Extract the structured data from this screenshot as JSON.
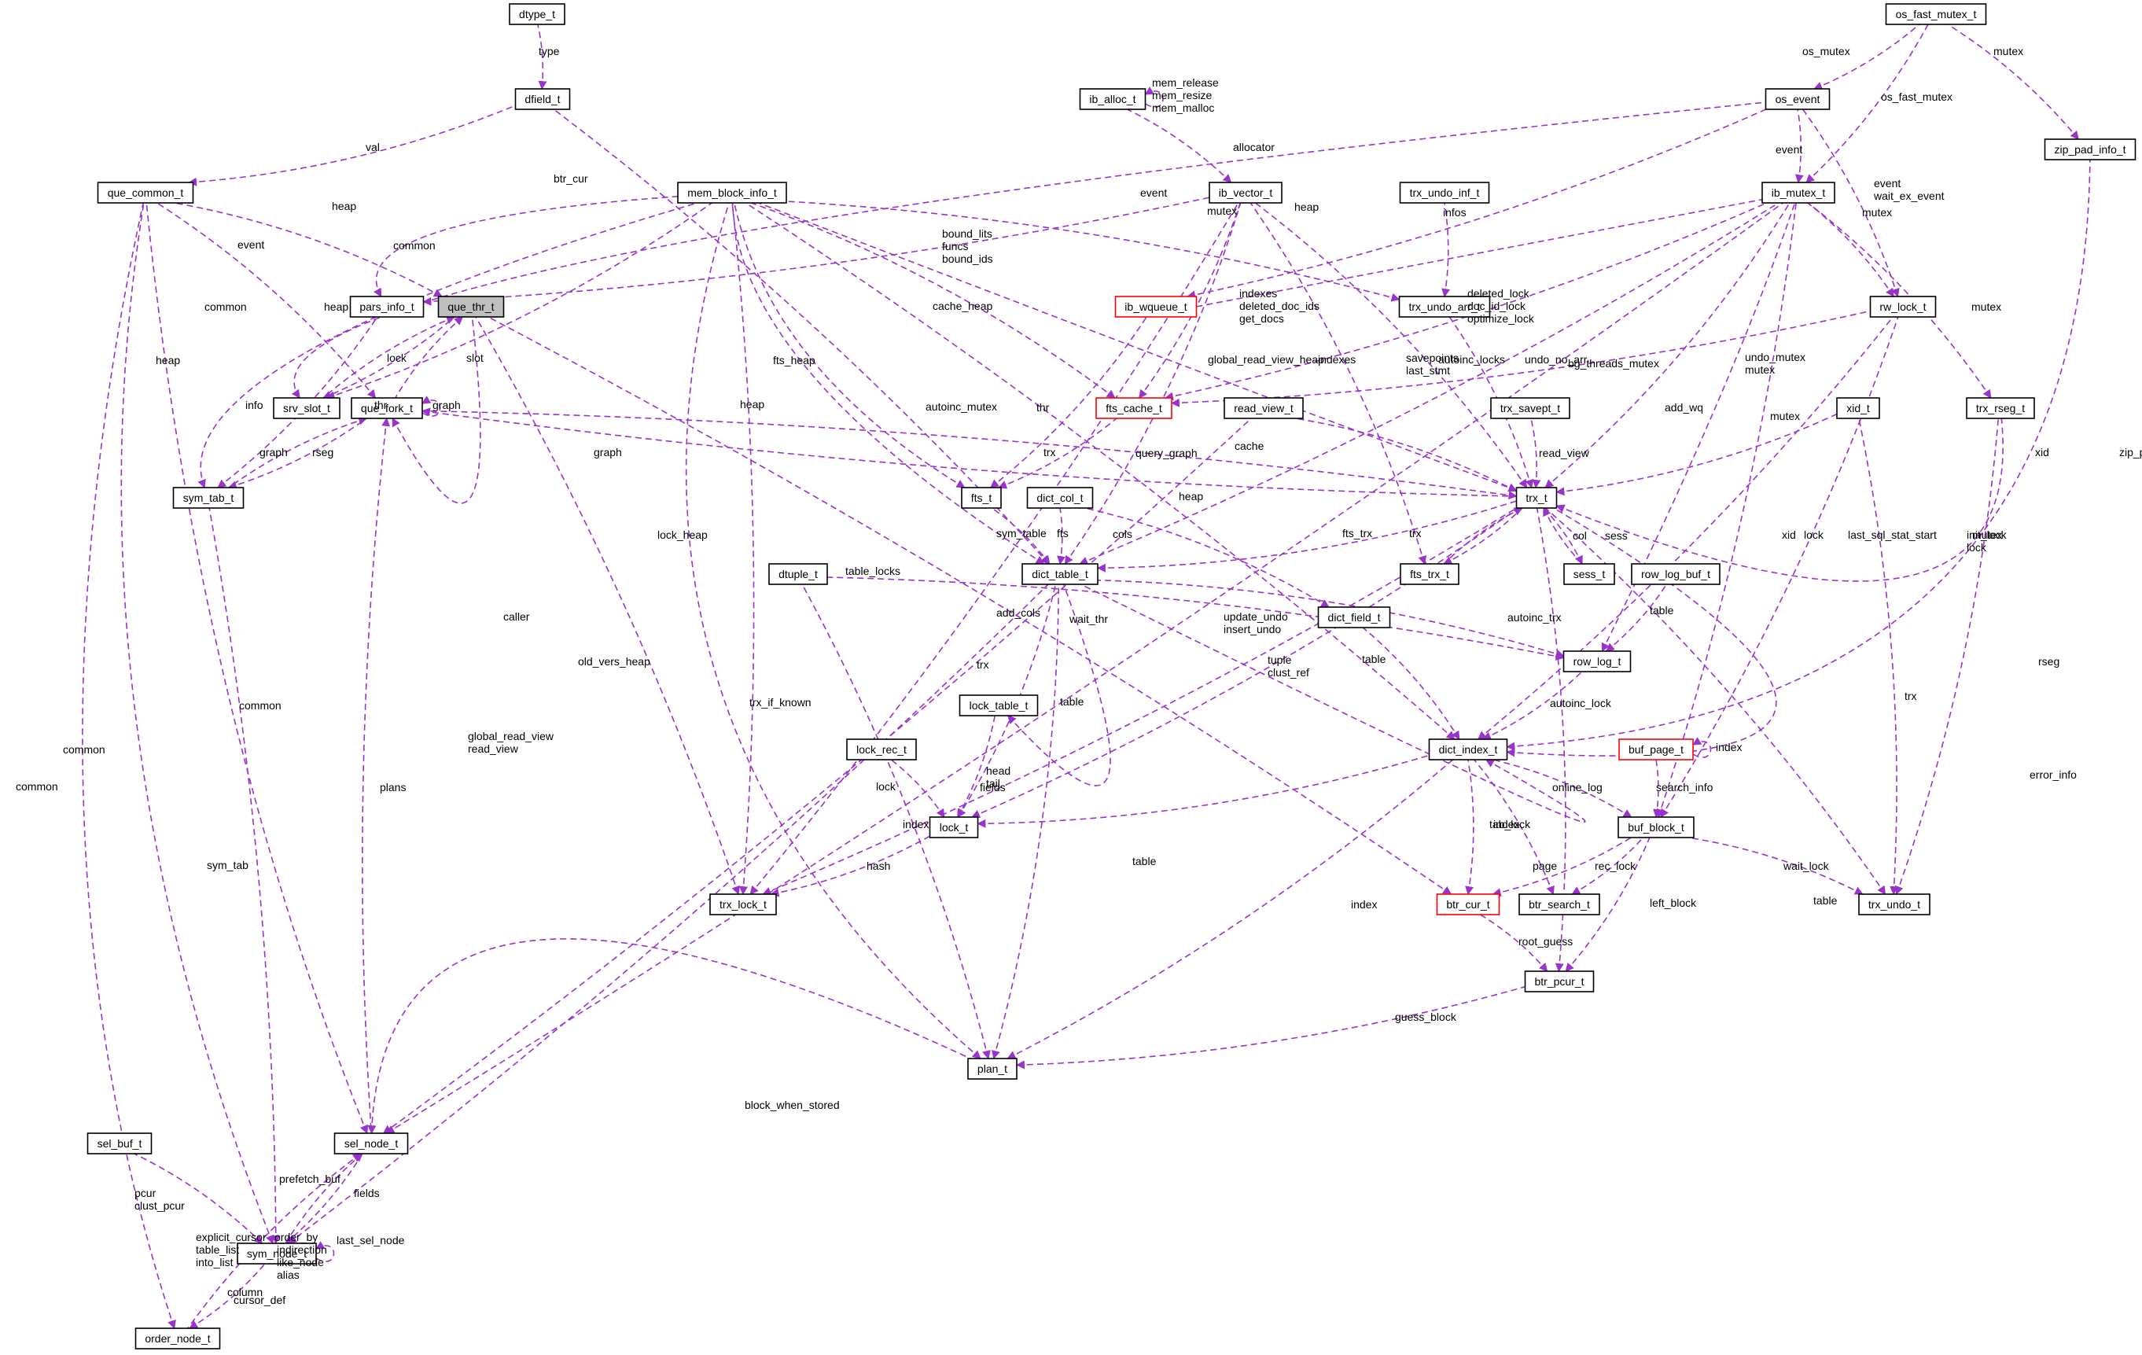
{
  "diagram": {
    "colors": {
      "edge": "#9a32cd",
      "node_border": "#000000",
      "node_border_incomplete": "#ff0000",
      "focus_fill": "#bfbfbf",
      "background": "#ffffff"
    },
    "nodes": [
      {
        "id": "dtype_t",
        "label": "dtype_t"
      },
      {
        "id": "dfield_t",
        "label": "dfield_t"
      },
      {
        "id": "os_fast_mutex_t",
        "label": "os_fast_mutex_t"
      },
      {
        "id": "os_event",
        "label": "os_event"
      },
      {
        "id": "ib_alloc_t",
        "label": "ib_alloc_t"
      },
      {
        "id": "zip_pad_info_t",
        "label": "zip_pad_info_t"
      },
      {
        "id": "que_common_t",
        "label": "que_common_t"
      },
      {
        "id": "mem_block_info_t",
        "label": "mem_block_info_t"
      },
      {
        "id": "ib_vector_t",
        "label": "ib_vector_t"
      },
      {
        "id": "trx_undo_inf_t",
        "label": "trx_undo_inf_t"
      },
      {
        "id": "ib_mutex_t",
        "label": "ib_mutex_t"
      },
      {
        "id": "pars_info_t",
        "label": "pars_info_t"
      },
      {
        "id": "que_thr_t",
        "label": "que_thr_t",
        "focus": true
      },
      {
        "id": "ib_wqueue_t",
        "label": "ib_wqueue_t",
        "incomplete": true
      },
      {
        "id": "trx_undo_arr_t",
        "label": "trx_undo_arr_t"
      },
      {
        "id": "rw_lock_t",
        "label": "rw_lock_t"
      },
      {
        "id": "srv_slot_t",
        "label": "srv_slot_t"
      },
      {
        "id": "que_fork_t",
        "label": "que_fork_t"
      },
      {
        "id": "fts_cache_t",
        "label": "fts_cache_t",
        "incomplete": true
      },
      {
        "id": "read_view_t",
        "label": "read_view_t"
      },
      {
        "id": "trx_savept_t",
        "label": "trx_savept_t"
      },
      {
        "id": "xid_t",
        "label": "xid_t"
      },
      {
        "id": "trx_rseg_t",
        "label": "trx_rseg_t"
      },
      {
        "id": "sym_tab_t",
        "label": "sym_tab_t"
      },
      {
        "id": "fts_t",
        "label": "fts_t"
      },
      {
        "id": "dict_col_t",
        "label": "dict_col_t"
      },
      {
        "id": "trx_t",
        "label": "trx_t"
      },
      {
        "id": "dtuple_t",
        "label": "dtuple_t"
      },
      {
        "id": "dict_table_t",
        "label": "dict_table_t"
      },
      {
        "id": "fts_trx_t",
        "label": "fts_trx_t"
      },
      {
        "id": "sess_t",
        "label": "sess_t"
      },
      {
        "id": "row_log_buf_t",
        "label": "row_log_buf_t"
      },
      {
        "id": "dict_field_t",
        "label": "dict_field_t"
      },
      {
        "id": "row_log_t",
        "label": "row_log_t"
      },
      {
        "id": "lock_table_t",
        "label": "lock_table_t"
      },
      {
        "id": "dict_index_t",
        "label": "dict_index_t"
      },
      {
        "id": "buf_page_t",
        "label": "buf_page_t",
        "incomplete": true
      },
      {
        "id": "lock_rec_t",
        "label": "lock_rec_t"
      },
      {
        "id": "lock_t",
        "label": "lock_t"
      },
      {
        "id": "buf_block_t",
        "label": "buf_block_t"
      },
      {
        "id": "trx_lock_t",
        "label": "trx_lock_t"
      },
      {
        "id": "btr_cur_t",
        "label": "btr_cur_t",
        "incomplete": true
      },
      {
        "id": "btr_search_t",
        "label": "btr_search_t"
      },
      {
        "id": "trx_undo_t",
        "label": "trx_undo_t"
      },
      {
        "id": "btr_pcur_t",
        "label": "btr_pcur_t"
      },
      {
        "id": "plan_t",
        "label": "plan_t"
      },
      {
        "id": "sel_buf_t",
        "label": "sel_buf_t"
      },
      {
        "id": "sel_node_t",
        "label": "sel_node_t"
      },
      {
        "id": "sym_node_t",
        "label": "sym_node_t"
      },
      {
        "id": "order_node_t",
        "label": "order_node_t"
      }
    ],
    "edges": [
      {
        "from": "dtype_t",
        "to": "dfield_t",
        "label": [
          "type"
        ]
      },
      {
        "from": "dfield_t",
        "to": "que_common_t",
        "label": [
          "val"
        ]
      },
      {
        "from": "os_fast_mutex_t",
        "to": "os_event",
        "label": [
          "os_mutex"
        ]
      },
      {
        "from": "os_fast_mutex_t",
        "to": "ib_mutex_t",
        "label": [
          "os_fast_mutex"
        ]
      },
      {
        "from": "os_fast_mutex_t",
        "to": "zip_pad_info_t",
        "label": [
          "mutex"
        ]
      },
      {
        "from": "os_event",
        "to": "ib_mutex_t",
        "label": [
          "event"
        ]
      },
      {
        "from": "os_event",
        "to": "rw_lock_t",
        "label": [
          "event",
          "wait_ex_event"
        ]
      },
      {
        "from": "os_event",
        "to": "ib_wqueue_t",
        "label": [
          "event"
        ]
      },
      {
        "from": "os_event",
        "to": "srv_slot_t",
        "label": [
          "event"
        ]
      },
      {
        "from": "ib_alloc_t",
        "to": "ib_alloc_t",
        "label": [
          "mem_release",
          "mem_resize",
          "mem_malloc"
        ]
      },
      {
        "from": "ib_alloc_t",
        "to": "ib_vector_t",
        "label": [
          "allocator"
        ]
      },
      {
        "from": "zip_pad_info_t",
        "to": "dict_index_t",
        "label": [
          "zip_pad"
        ]
      },
      {
        "from": "que_common_t",
        "to": "que_thr_t",
        "label": [
          "common"
        ]
      },
      {
        "from": "que_common_t",
        "to": "que_fork_t",
        "label": [
          "common"
        ]
      },
      {
        "from": "que_common_t",
        "to": "sel_node_t",
        "label": [
          "common"
        ]
      },
      {
        "from": "que_common_t",
        "to": "sym_node_t",
        "label": [
          "common"
        ]
      },
      {
        "from": "que_common_t",
        "to": "order_node_t",
        "label": [
          "common"
        ]
      },
      {
        "from": "mem_block_info_t",
        "to": "pars_info_t",
        "label": [
          "heap"
        ]
      },
      {
        "from": "mem_block_info_t",
        "to": "srv_slot_t",
        "label": [
          "heap"
        ]
      },
      {
        "from": "mem_block_info_t",
        "to": "sym_tab_t",
        "label": [
          "heap"
        ]
      },
      {
        "from": "mem_block_info_t",
        "to": "fts_t",
        "label": [
          "fts_heap"
        ]
      },
      {
        "from": "mem_block_info_t",
        "to": "fts_cache_t",
        "label": [
          "cache_heap"
        ]
      },
      {
        "from": "mem_block_info_t",
        "to": "trx_t",
        "label": [
          "global_read_view_heap"
        ]
      },
      {
        "from": "mem_block_info_t",
        "to": "trx_undo_arr_t",
        "label": [
          "heap"
        ]
      },
      {
        "from": "mem_block_info_t",
        "to": "dict_table_t",
        "label": [
          "heap"
        ]
      },
      {
        "from": "mem_block_info_t",
        "to": "dict_index_t",
        "label": [
          "heap"
        ]
      },
      {
        "from": "mem_block_info_t",
        "to": "trx_lock_t",
        "label": [
          "lock_heap"
        ]
      },
      {
        "from": "mem_block_info_t",
        "to": "plan_t",
        "label": [
          "old_vers_heap"
        ]
      },
      {
        "from": "ib_vector_t",
        "to": "pars_info_t",
        "label": [
          "bound_lits",
          "funcs",
          "bound_ids"
        ]
      },
      {
        "from": "ib_vector_t",
        "to": "fts_cache_t",
        "label": [
          "indexes",
          "deleted_doc_ids",
          "get_docs"
        ]
      },
      {
        "from": "ib_vector_t",
        "to": "dict_table_t",
        "label": [
          "indexes"
        ]
      },
      {
        "from": "ib_vector_t",
        "to": "trx_t",
        "label": [
          "autoinc_locks"
        ]
      },
      {
        "from": "ib_vector_t",
        "to": "fts_trx_t",
        "label": [
          "savepoints",
          "last_stmt"
        ]
      },
      {
        "from": "ib_vector_t",
        "to": "trx_lock_t",
        "label": [
          "table_locks"
        ]
      },
      {
        "from": "trx_undo_inf_t",
        "to": "trx_undo_arr_t",
        "label": [
          "infos"
        ]
      },
      {
        "from": "ib_mutex_t",
        "to": "fts_cache_t",
        "label": [
          "deleted_lock",
          "doc_id_lock",
          "optimize_lock"
        ]
      },
      {
        "from": "ib_mutex_t",
        "to": "ib_wqueue_t",
        "label": [
          "mutex"
        ]
      },
      {
        "from": "ib_mutex_t",
        "to": "dict_table_t",
        "label": [
          "autoinc_mutex"
        ]
      },
      {
        "from": "ib_mutex_t",
        "to": "trx_t",
        "label": [
          "undo_mutex",
          "mutex"
        ]
      },
      {
        "from": "ib_mutex_t",
        "to": "trx_rseg_t",
        "label": [
          "mutex"
        ]
      },
      {
        "from": "ib_mutex_t",
        "to": "rw_lock_t",
        "label": [
          "mutex"
        ]
      },
      {
        "from": "ib_mutex_t",
        "to": "buf_block_t",
        "label": [
          "mutex"
        ]
      },
      {
        "from": "ib_mutex_t",
        "to": "row_log_t",
        "label": [
          "mutex"
        ]
      },
      {
        "from": "ib_mutex_t",
        "to": "sel_node_t",
        "label": [
          "bg_threads_mutex"
        ]
      },
      {
        "from": "pars_info_t",
        "to": "sym_tab_t",
        "label": [
          "info"
        ]
      },
      {
        "from": "que_thr_t",
        "to": "srv_slot_t",
        "label": [
          "thr"
        ]
      },
      {
        "from": "que_thr_t",
        "to": "que_fork_t",
        "label": [
          "caller"
        ]
      },
      {
        "from": "que_thr_t",
        "to": "trx_lock_t",
        "label": [
          "wait_thr"
        ]
      },
      {
        "from": "que_thr_t",
        "to": "btr_cur_t",
        "label": [
          "thr"
        ]
      },
      {
        "from": "ib_wqueue_t",
        "to": "fts_t",
        "label": [
          "add_wq"
        ]
      },
      {
        "from": "trx_undo_arr_t",
        "to": "trx_t",
        "label": [
          "undo_no_arr"
        ]
      },
      {
        "from": "rw_lock_t",
        "to": "fts_cache_t",
        "label": [
          "init_lock",
          "lock"
        ]
      },
      {
        "from": "rw_lock_t",
        "to": "buf_block_t",
        "label": [
          "lock"
        ]
      },
      {
        "from": "rw_lock_t",
        "to": "dict_index_t",
        "label": [
          "lock"
        ]
      },
      {
        "from": "srv_slot_t",
        "to": "que_thr_t",
        "label": [
          "slot"
        ]
      },
      {
        "from": "que_fork_t",
        "to": "que_thr_t",
        "label": [
          "graph"
        ]
      },
      {
        "from": "que_fork_t",
        "to": "que_fork_t",
        "label": [
          "graph"
        ]
      },
      {
        "from": "que_fork_t",
        "to": "trx_t",
        "label": [
          "graph"
        ]
      },
      {
        "from": "que_fork_t",
        "to": "sym_tab_t",
        "label": [
          "query_graph"
        ]
      },
      {
        "from": "fts_cache_t",
        "to": "fts_t",
        "label": [
          "cache"
        ]
      },
      {
        "from": "read_view_t",
        "to": "trx_t",
        "label": [
          "global_read_view",
          "read_view"
        ]
      },
      {
        "from": "read_view_t",
        "to": "sel_node_t",
        "label": [
          "read_view"
        ]
      },
      {
        "from": "trx_savept_t",
        "to": "trx_t",
        "label": [
          "last_sql_stat_start"
        ]
      },
      {
        "from": "xid_t",
        "to": "trx_t",
        "label": [
          "xid"
        ]
      },
      {
        "from": "xid_t",
        "to": "trx_undo_t",
        "label": [
          "xid"
        ]
      },
      {
        "from": "trx_rseg_t",
        "to": "trx_t",
        "label": [
          "rseg"
        ]
      },
      {
        "from": "trx_rseg_t",
        "to": "trx_undo_t",
        "label": [
          "rseg"
        ]
      },
      {
        "from": "sym_tab_t",
        "to": "que_fork_t",
        "label": [
          "sym_tab"
        ]
      },
      {
        "from": "sym_tab_t",
        "to": "sym_node_t",
        "label": [
          "sym_table"
        ]
      },
      {
        "from": "fts_t",
        "to": "dict_table_t",
        "label": [
          "fts"
        ]
      },
      {
        "from": "dict_col_t",
        "to": "dict_table_t",
        "label": [
          "cols"
        ]
      },
      {
        "from": "dict_col_t",
        "to": "dict_field_t",
        "label": [
          "col"
        ]
      },
      {
        "from": "trx_t",
        "to": "sess_t",
        "label": [
          "sess"
        ]
      },
      {
        "from": "sess_t",
        "to": "trx_t",
        "label": [
          "trx"
        ]
      },
      {
        "from": "trx_t",
        "to": "fts_trx_t",
        "label": [
          "fts_trx"
        ]
      },
      {
        "from": "fts_trx_t",
        "to": "trx_t",
        "label": [
          "trx"
        ]
      },
      {
        "from": "trx_t",
        "to": "dict_table_t",
        "label": [
          "autoinc_trx"
        ]
      },
      {
        "from": "trx_t",
        "to": "que_fork_t",
        "label": [
          "trx"
        ]
      },
      {
        "from": "trx_t",
        "to": "dict_index_t",
        "label": [
          "error_info"
        ]
      },
      {
        "from": "trx_t",
        "to": "lock_t",
        "label": [
          "trx"
        ]
      },
      {
        "from": "trx_t",
        "to": "btr_pcur_t",
        "label": [
          "trx_if_known"
        ]
      },
      {
        "from": "trx_t",
        "to": "trx_undo_t",
        "label": [
          "update_undo",
          "insert_undo"
        ]
      },
      {
        "from": "trx_t",
        "to": "trx_lock_t",
        "label": [
          "lock"
        ]
      },
      {
        "from": "dtuple_t",
        "to": "row_log_t",
        "label": [
          "add_cols"
        ]
      },
      {
        "from": "dtuple_t",
        "to": "plan_t",
        "label": [
          "tuple",
          "clust_ref"
        ]
      },
      {
        "from": "dict_table_t",
        "to": "lock_table_t",
        "label": [
          "table"
        ]
      },
      {
        "from": "dict_table_t",
        "to": "dict_index_t",
        "label": [
          "table"
        ]
      },
      {
        "from": "dict_table_t",
        "to": "row_log_t",
        "label": [
          "table"
        ]
      },
      {
        "from": "dict_table_t",
        "to": "plan_t",
        "label": [
          "table"
        ]
      },
      {
        "from": "dict_table_t",
        "to": "sym_node_t",
        "label": [
          "table"
        ]
      },
      {
        "from": "dict_table_t",
        "to": "lock_t",
        "label": [
          "autoinc_lock"
        ]
      },
      {
        "from": "row_log_buf_t",
        "to": "row_log_t",
        "label": [
          "head",
          "tail"
        ]
      },
      {
        "from": "dict_field_t",
        "to": "dict_index_t",
        "label": [
          "fields"
        ]
      },
      {
        "from": "row_log_t",
        "to": "dict_index_t",
        "label": [
          "online_log"
        ]
      },
      {
        "from": "lock_table_t",
        "to": "lock_t",
        "label": [
          "tab_lock"
        ]
      },
      {
        "from": "dict_index_t",
        "to": "lock_t",
        "label": [
          "index"
        ]
      },
      {
        "from": "dict_index_t",
        "to": "buf_block_t",
        "label": [
          "index"
        ]
      },
      {
        "from": "dict_index_t",
        "to": "btr_cur_t",
        "label": [
          "index"
        ]
      },
      {
        "from": "dict_index_t",
        "to": "btr_search_t",
        "label": [
          "search_info"
        ]
      },
      {
        "from": "dict_index_t",
        "to": "plan_t",
        "label": [
          "index"
        ]
      },
      {
        "from": "buf_page_t",
        "to": "buf_page_t",
        "label": [
          "hash"
        ]
      },
      {
        "from": "buf_page_t",
        "to": "buf_block_t",
        "label": [
          "page"
        ]
      },
      {
        "from": "lock_rec_t",
        "to": "lock_t",
        "label": [
          "rec_lock"
        ]
      },
      {
        "from": "lock_t",
        "to": "trx_lock_t",
        "label": [
          "wait_lock"
        ]
      },
      {
        "from": "buf_block_t",
        "to": "btr_cur_t",
        "label": [
          "left_block"
        ]
      },
      {
        "from": "buf_block_t",
        "to": "btr_search_t",
        "label": [
          "root_guess"
        ]
      },
      {
        "from": "buf_block_t",
        "to": "trx_undo_t",
        "label": [
          "guess_block"
        ]
      },
      {
        "from": "buf_block_t",
        "to": "btr_pcur_t",
        "label": [
          "block_when_stored"
        ]
      },
      {
        "from": "btr_cur_t",
        "to": "btr_pcur_t",
        "label": [
          "btr_cur"
        ]
      },
      {
        "from": "btr_pcur_t",
        "to": "plan_t",
        "label": [
          "pcur",
          "clust_pcur"
        ]
      },
      {
        "from": "plan_t",
        "to": "sel_node_t",
        "label": [
          "plans"
        ]
      },
      {
        "from": "dfield_t",
        "to": "dict_table_t",
        "label": [
          "fields"
        ]
      },
      {
        "from": "sel_buf_t",
        "to": "sym_node_t",
        "label": [
          "prefetch_buf"
        ]
      },
      {
        "from": "sel_node_t",
        "to": "que_fork_t",
        "label": [
          "last_sel_node"
        ]
      },
      {
        "from": "sel_node_t",
        "to": "sym_node_t",
        "label": [
          "cursor_def"
        ]
      },
      {
        "from": "sym_node_t",
        "to": "sel_node_t",
        "label": [
          "explicit_cursor",
          "table_list",
          "into_list"
        ]
      },
      {
        "from": "sym_node_t",
        "to": "sym_node_t",
        "label": [
          "indirection",
          "like_node",
          "alias"
        ]
      },
      {
        "from": "sym_node_t",
        "to": "order_node_t",
        "label": [
          "column"
        ]
      },
      {
        "from": "order_node_t",
        "to": "sel_node_t",
        "label": [
          "order_by"
        ]
      }
    ]
  }
}
